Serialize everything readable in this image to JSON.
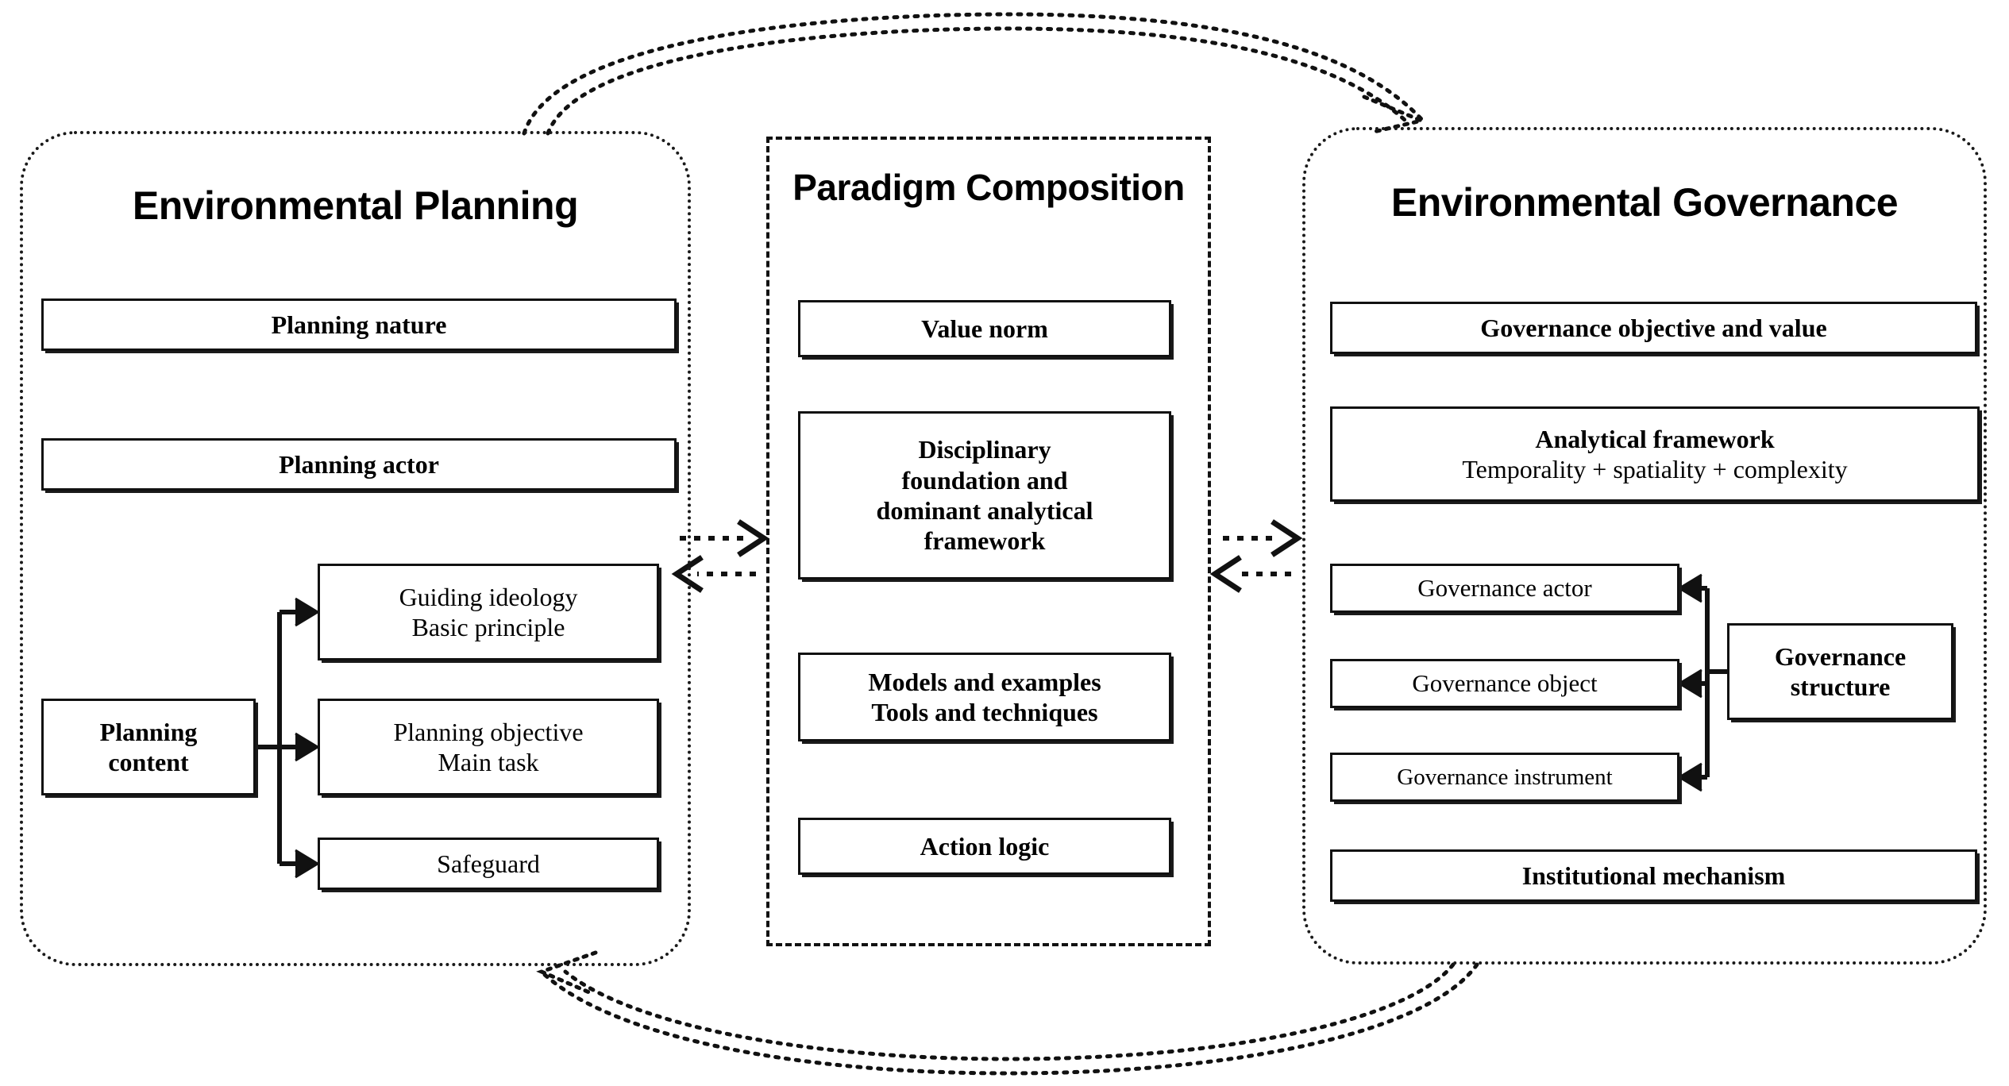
{
  "diagram": {
    "title_hidden": "",
    "panels": {
      "left": {
        "heading": "Environmental Planning",
        "boxes": {
          "planning_nature": "Planning nature",
          "planning_actor": "Planning actor",
          "planning_content": {
            "line1": "Planning",
            "line2": "content"
          },
          "guiding": {
            "line1": "Guiding ideology",
            "line2": "Basic principle"
          },
          "objective": {
            "line1": "Planning objective",
            "line2": "Main task"
          },
          "safeguard": "Safeguard"
        }
      },
      "center": {
        "heading": {
          "line1": "Paradigm",
          "line2": "Composition"
        },
        "boxes": {
          "value_norm": "Value norm",
          "disciplinary": {
            "line1": "Disciplinary",
            "line2": "foundation and",
            "line3": "dominant analytical",
            "line4": "framework"
          },
          "models": {
            "line1": "Models and examples",
            "line2": "Tools and techniques"
          },
          "action_logic": "Action logic"
        }
      },
      "right": {
        "heading": "Environmental Governance",
        "boxes": {
          "governance_objective": "Governance objective and value",
          "analytical": {
            "line1": "Analytical framework",
            "line2": "Temporality + spatiality + complexity"
          },
          "governance_actor": "Governance actor",
          "governance_object": "Governance object",
          "governance_instrument": "Governance instrument",
          "governance_structure": {
            "line1": "Governance",
            "line2": "structure"
          },
          "institutional_mechanism": "Institutional mechanism"
        }
      }
    },
    "connectors": {
      "left_center_forward": "dotted-arrow-right",
      "left_center_back": "dotted-arrow-left",
      "center_right_forward": "dotted-arrow-right",
      "center_right_back": "dotted-arrow-left",
      "outer_top_arc": "dotted-arc-to-governance",
      "outer_bottom_arc": "dotted-arc-to-planning",
      "content_branch": "solid-arrows-right",
      "structure_branch": "solid-arrows-left"
    },
    "colors": {
      "line": "#111111",
      "text": "#000000",
      "background": "#ffffff"
    }
  }
}
